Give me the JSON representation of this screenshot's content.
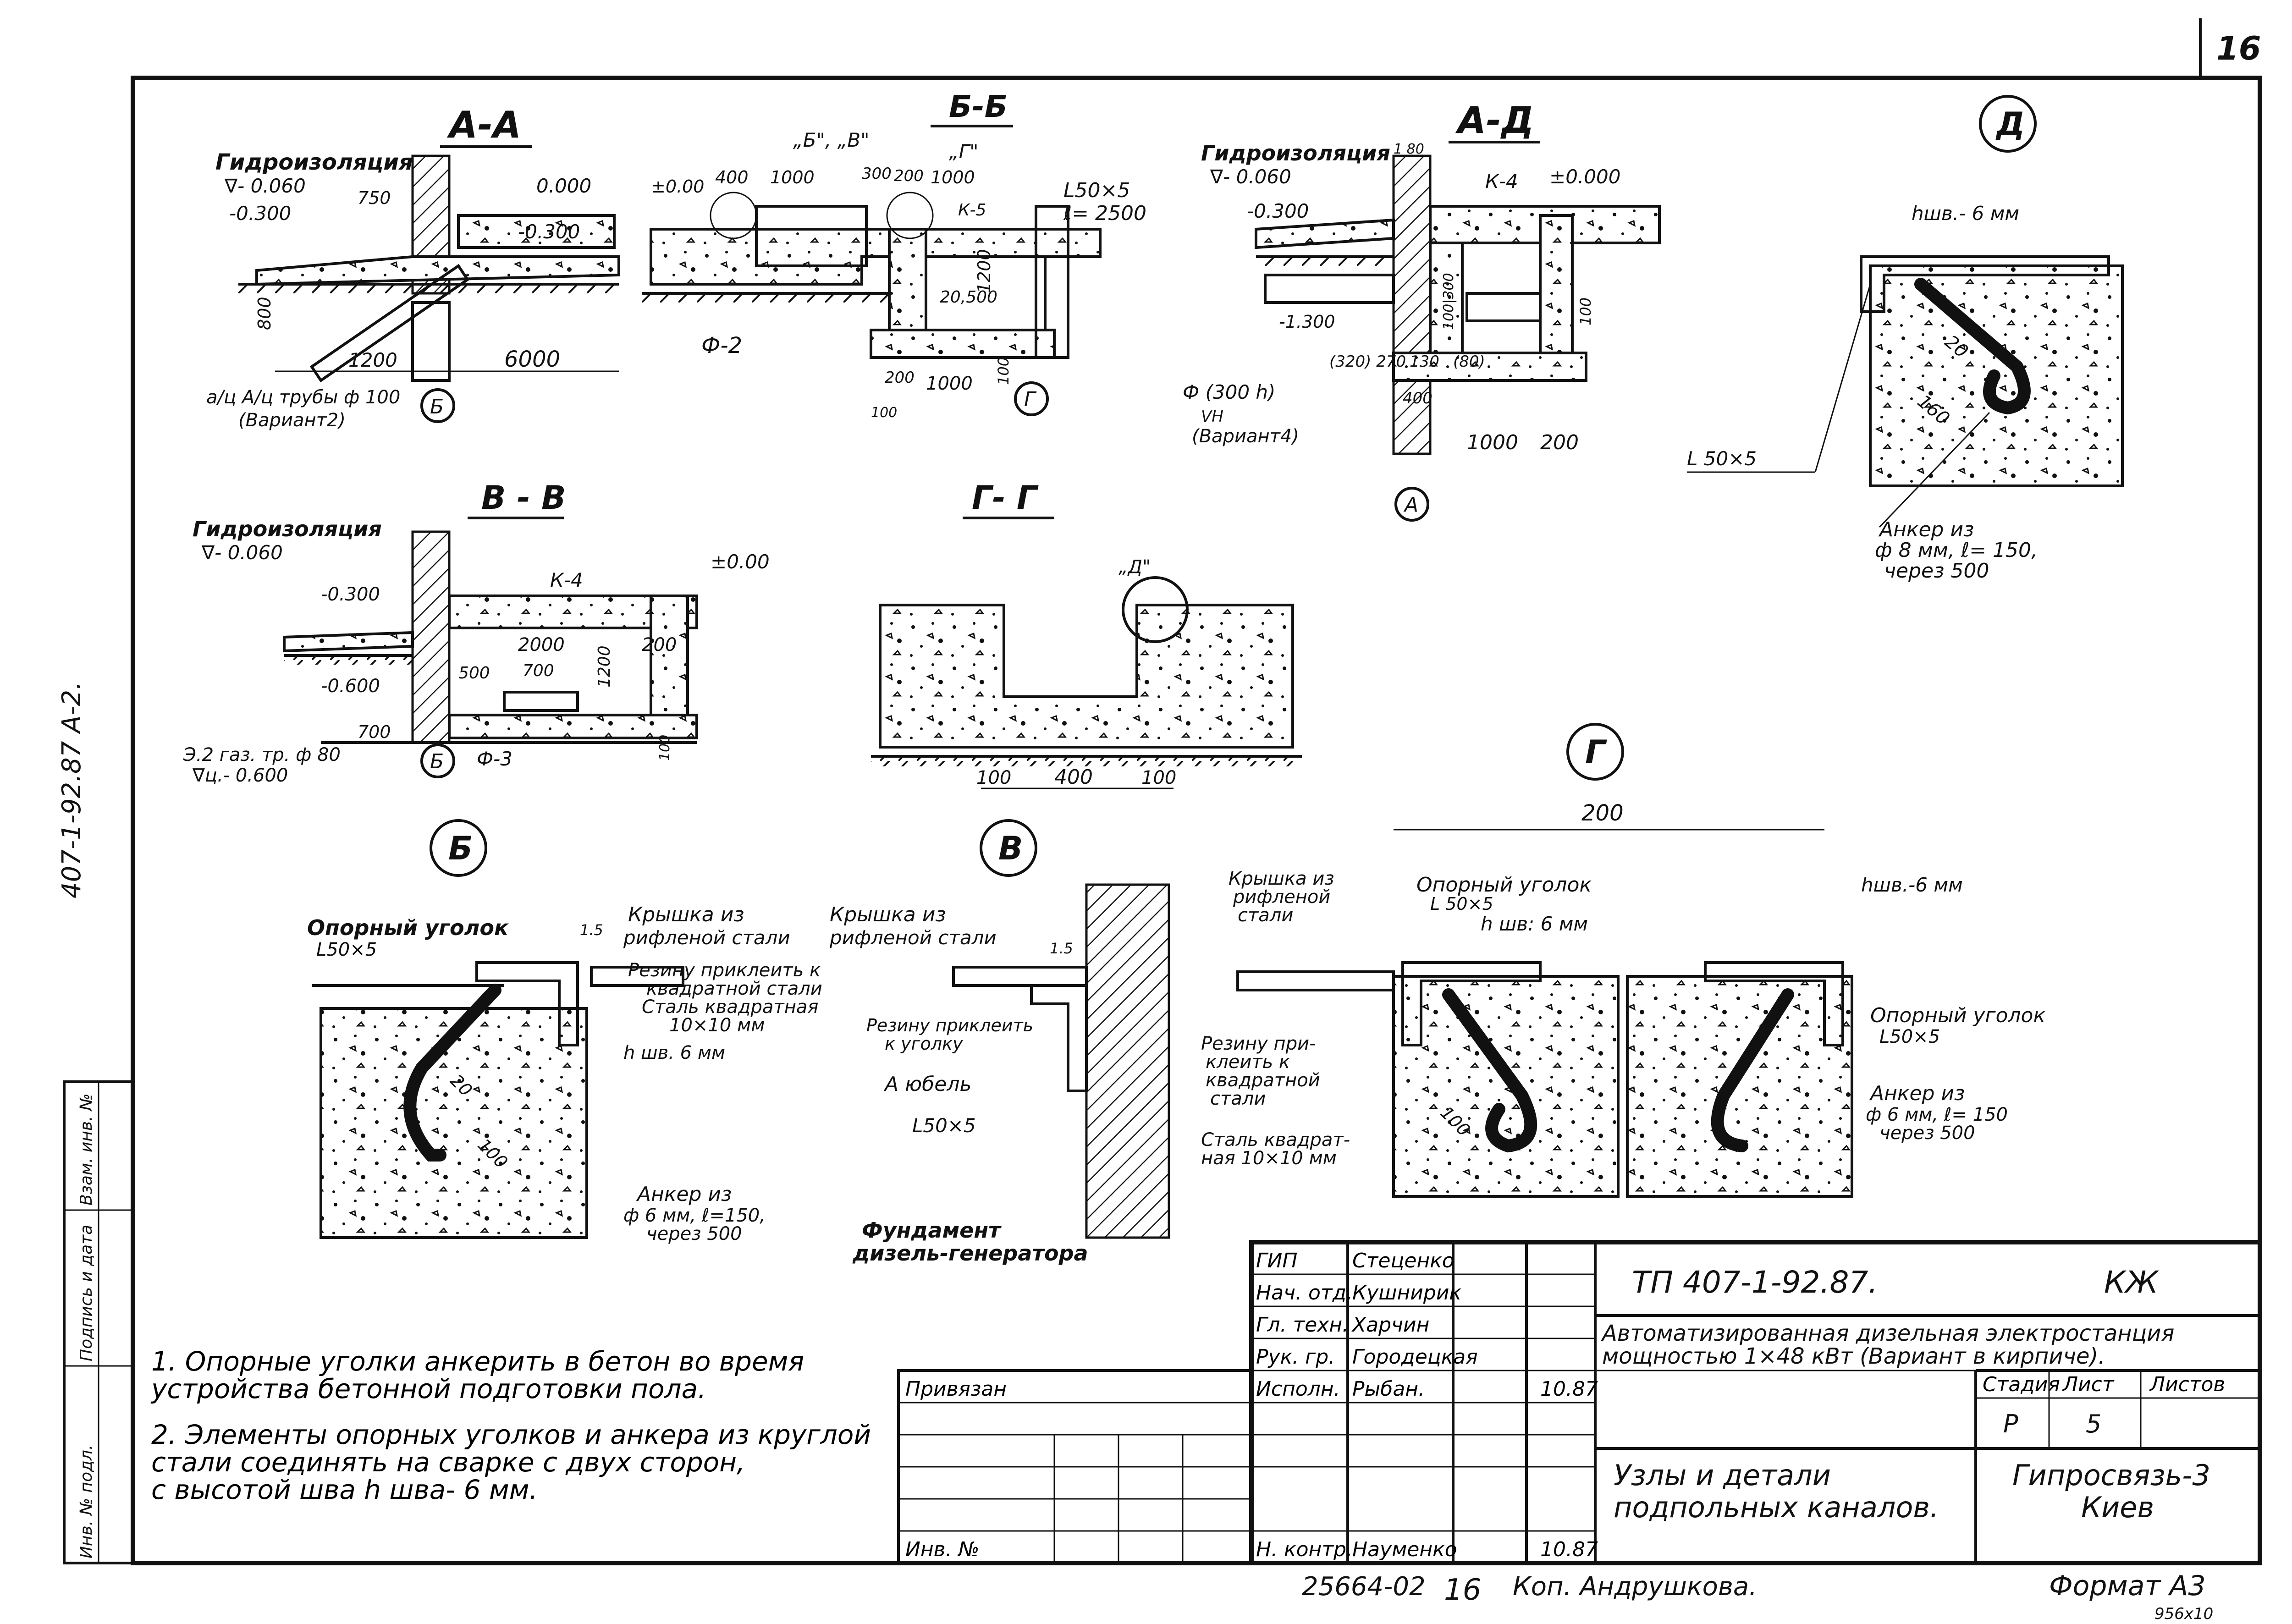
{
  "page_number": "16",
  "side_stamp": "407-1-92.87  А-2.",
  "left_margin_labels": [
    "Инв. № подл.",
    "Подпись и дата",
    "Взам. инв. №"
  ],
  "sections": {
    "aa": {
      "title": "А-А",
      "labels": [
        "Гидроизоляция",
        "∇- 0.060",
        "-0.300",
        "750",
        "0.000",
        "-0.300",
        "800",
        "1200",
        "6000",
        "а/ц А/ц трубы ф 100",
        "(Вариант2)",
        "Б"
      ]
    },
    "bb": {
      "title": "Б-Б",
      "labels": [
        "±0.00",
        "„Б\", „В\"",
        "„Г\"",
        "400",
        "1000",
        "300",
        "200",
        "1000",
        "L50×5",
        "ℓ= 2500",
        "К-5",
        "1200",
        "20,500",
        "Ф-2",
        "200",
        "1000",
        "100",
        "100",
        "Г"
      ]
    },
    "ad": {
      "title": "А-Д",
      "labels": [
        "Гидроизоляция",
        "∇- 0.060",
        "1 80",
        "К-4",
        "±0.000",
        "-0.300",
        "-1.300",
        "100|300",
        "100",
        "(320) 270",
        "130",
        "(80)",
        "400",
        "Ф (300 h)",
        "VН",
        "(Вариант4)",
        "1000",
        "200",
        "А"
      ]
    },
    "d": {
      "marker": "Д",
      "labels": [
        "hшв.- 6 мм",
        "20",
        "160",
        "L 50×5",
        "Анкер из",
        "ф 8 мм,  ℓ= 150,",
        "через  500"
      ]
    },
    "vv": {
      "title": "В - В",
      "labels": [
        "Гидроизоляция",
        "∇- 0.060",
        "-0.300",
        "К-4",
        "±0.00",
        "2000",
        "200",
        "500",
        "700",
        "1200",
        "-0.600",
        "700",
        "Э.2 газ. тр. ф 80",
        "∇ц.- 0.600",
        "Ф-3",
        "100",
        "Б"
      ]
    },
    "gg": {
      "title": "Г- Г",
      "labels": [
        "„Д\"",
        "100",
        "400",
        "100"
      ]
    },
    "b_det": {
      "marker": "Б",
      "labels": [
        "Опорный уголок",
        "L50×5",
        "1.5",
        "Крышка из",
        "рифленой стали",
        "Резину приклеить к",
        "квадратной стали",
        "Сталь квадратная",
        "10×10 мм",
        "h шв. 6 мм",
        "20",
        "100",
        "Анкер из",
        "ф 6 мм,  ℓ=150,",
        "через  500"
      ]
    },
    "v_det": {
      "marker": "В",
      "labels": [
        "Крышка из",
        "рифленой стали",
        "1.5",
        "Резину приклеить",
        "к уголку",
        "А юбель",
        "L50×5",
        "Фундамент",
        "дизель-генератора"
      ]
    },
    "g_det": {
      "marker": "Г",
      "labels": [
        "200",
        "Крышка из",
        "рифленой",
        "стали",
        "Опорный уголок",
        "L 50×5",
        "h шв: 6 мм",
        "hшв.-6 мм",
        "Резину при-",
        "клеить к",
        "квадратной",
        "стали",
        "Сталь квадрат-",
        "ная 10×10 мм",
        "100",
        "Опорный уголок",
        "L50×5",
        "Анкер из",
        "ф 6 мм,  ℓ= 150",
        "через  500"
      ]
    }
  },
  "notes": [
    "1. Опорные уголки анкерить в бетон во время",
    "    устройства бетонной подготовки пола.",
    "2. Элементы опорных уголков и анкера из круглой",
    "    стали соединять на сварке с двух сторон,",
    "    с высотой шва  h шва- 6 мм."
  ],
  "title_block": {
    "roles": [
      "ГИП",
      "Нач. отд.",
      "Гл. техн.",
      "Рук. гр.",
      "Исполн.",
      "",
      "",
      "Н. контр."
    ],
    "names": [
      "Стеценко",
      "Кушнирик",
      "Харчин",
      "Городецкая",
      "Рыбан.",
      "",
      "",
      "Науменко"
    ],
    "dates": [
      "",
      "",
      "",
      "",
      "10.87",
      "",
      "",
      "10.87"
    ],
    "privyazan": "Привязан",
    "inv_no": "Инв. №",
    "doc_code": "ТП 407-1-92.87.",
    "mark": "КЖ",
    "project_title_1": "Автоматизированная дизельная электростанция",
    "project_title_2": "мощностью 1×48 кВт (Вариант в кирпиче).",
    "col_stage": "Стадия",
    "col_sheet": "Лист",
    "col_sheets": "Листов",
    "stage": "Р",
    "sheet": "5",
    "sheets": "",
    "drawing_title_1": "Узлы и детали",
    "drawing_title_2": "подпольных каналов.",
    "org_1": "Гипросвязь-3",
    "org_2": "Киев"
  },
  "footer": {
    "archive_no": "25664-02",
    "copy_no": "16",
    "copied_by": "Коп. Андрушкова.",
    "format": "Формат А3",
    "corner_mark": "956x10"
  }
}
